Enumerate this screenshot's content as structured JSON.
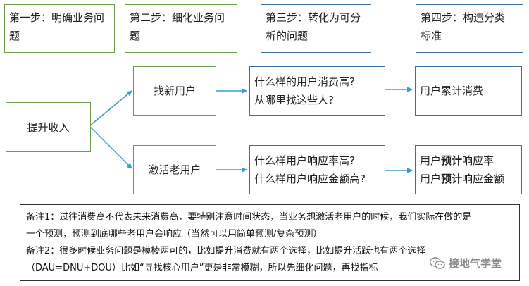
{
  "steps": [
    {
      "line1": "第一步：明确业务问",
      "line2": "题"
    },
    {
      "line1": "第二步：细化业务问",
      "line2": "题"
    },
    {
      "line1": "第三步：转化为可分",
      "line2": "析的问题"
    },
    {
      "line1": "第四步：构造分类",
      "line2": "标准"
    }
  ],
  "root": "提升收入",
  "branches": [
    {
      "goal": "找新用户",
      "questions": [
        "什么样的用户消费高?",
        "从哪里找这些人?"
      ],
      "metric": [
        {
          "pre": "用户累计消费",
          "bold": "",
          "post": ""
        }
      ]
    },
    {
      "goal": "激活老用户",
      "questions": [
        "什么样用户响应率高?",
        "什么样用户响应金额高?"
      ],
      "metric": [
        {
          "pre": "用户",
          "bold": "预计",
          "post": "响应率"
        },
        {
          "pre": "用户",
          "bold": "预计",
          "post": "响应金额"
        }
      ]
    }
  ],
  "notes": [
    "备注1：过往消费高不代表未来消费高，要特别注意时间状态，当业务想激活老用户的时候，我们实际在做的是",
    "一个预测，预测到底哪些老用户会响应（当然可以用简单预测/复杂预测）",
    "备注2：很多时候业务问题是模棱两可的，比如提升消费就有两个选择，比如提升活跃也有两个选择",
    "（DAU=DNU+DOU）比如“寻找核心用户”更是非常模糊，所以先细化问题，再找指标"
  ],
  "watermark": "接地气学堂",
  "colors": {
    "green": "#6f9a4a",
    "blue": "#3f6ea3",
    "arrow": "#3b9ec9"
  }
}
